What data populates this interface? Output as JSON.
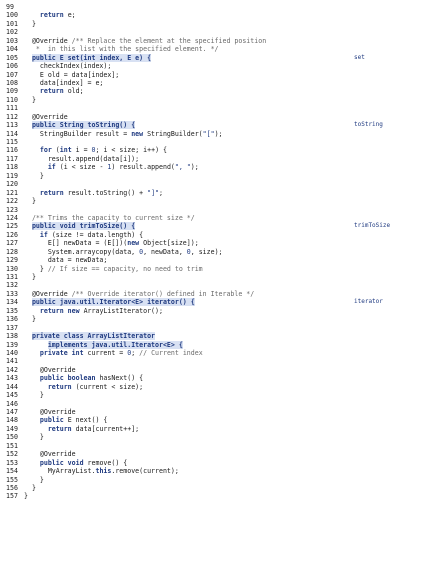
{
  "lines": [
    {
      "n": "99",
      "segs": []
    },
    {
      "n": "100",
      "segs": [
        {
          "t": "    "
        },
        {
          "t": "return",
          "c": "kw"
        },
        {
          "t": " e;"
        }
      ]
    },
    {
      "n": "101",
      "segs": [
        {
          "t": "  }"
        }
      ]
    },
    {
      "n": "102",
      "segs": []
    },
    {
      "n": "103",
      "segs": [
        {
          "t": "  @Override "
        },
        {
          "t": "/** Replace the element at the specified position",
          "c": "cm"
        }
      ]
    },
    {
      "n": "104",
      "segs": [
        {
          "t": "   *  in this list with the specified element. */",
          "c": "cm"
        }
      ]
    },
    {
      "n": "105",
      "segs": [
        {
          "t": "  "
        },
        {
          "t": "public E set(int index, E e) {",
          "c": "kw hl"
        }
      ],
      "tag": "set"
    },
    {
      "n": "106",
      "segs": [
        {
          "t": "    checkIndex(index);"
        }
      ]
    },
    {
      "n": "107",
      "segs": [
        {
          "t": "    E old = data[index];"
        }
      ]
    },
    {
      "n": "108",
      "segs": [
        {
          "t": "    data[index] = e;"
        }
      ]
    },
    {
      "n": "109",
      "segs": [
        {
          "t": "    "
        },
        {
          "t": "return",
          "c": "kw"
        },
        {
          "t": " old;"
        }
      ]
    },
    {
      "n": "110",
      "segs": [
        {
          "t": "  }"
        }
      ]
    },
    {
      "n": "111",
      "segs": []
    },
    {
      "n": "112",
      "segs": [
        {
          "t": "  @Override"
        }
      ]
    },
    {
      "n": "113",
      "segs": [
        {
          "t": "  "
        },
        {
          "t": "public String toString() {",
          "c": "kw hl"
        }
      ],
      "tag": "toString"
    },
    {
      "n": "114",
      "segs": [
        {
          "t": "    StringBuilder result = "
        },
        {
          "t": "new",
          "c": "kw"
        },
        {
          "t": " StringBuilder("
        },
        {
          "t": "\"[\"",
          "c": "str"
        },
        {
          "t": ");"
        }
      ]
    },
    {
      "n": "115",
      "segs": []
    },
    {
      "n": "116",
      "segs": [
        {
          "t": "    "
        },
        {
          "t": "for",
          "c": "kw"
        },
        {
          "t": " ("
        },
        {
          "t": "int",
          "c": "kw"
        },
        {
          "t": " i = "
        },
        {
          "t": "0",
          "c": "num"
        },
        {
          "t": "; i < size; i++) {"
        }
      ]
    },
    {
      "n": "117",
      "segs": [
        {
          "t": "      result.append(data[i]);"
        }
      ]
    },
    {
      "n": "118",
      "segs": [
        {
          "t": "      "
        },
        {
          "t": "if",
          "c": "kw"
        },
        {
          "t": " (i < size - "
        },
        {
          "t": "1",
          "c": "num"
        },
        {
          "t": ") result.append("
        },
        {
          "t": "\", \"",
          "c": "str"
        },
        {
          "t": ");"
        }
      ]
    },
    {
      "n": "119",
      "segs": [
        {
          "t": "    }"
        }
      ]
    },
    {
      "n": "120",
      "segs": []
    },
    {
      "n": "121",
      "segs": [
        {
          "t": "    "
        },
        {
          "t": "return",
          "c": "kw"
        },
        {
          "t": " result.toString() + "
        },
        {
          "t": "\"]\"",
          "c": "str"
        },
        {
          "t": ";"
        }
      ]
    },
    {
      "n": "122",
      "segs": [
        {
          "t": "  }"
        }
      ]
    },
    {
      "n": "123",
      "segs": []
    },
    {
      "n": "124",
      "segs": [
        {
          "t": "  "
        },
        {
          "t": "/** Trims the capacity to current size */",
          "c": "cm"
        }
      ]
    },
    {
      "n": "125",
      "segs": [
        {
          "t": "  "
        },
        {
          "t": "public void trimToSize() {",
          "c": "kw hl"
        }
      ],
      "tag": "trimToSize"
    },
    {
      "n": "126",
      "segs": [
        {
          "t": "    "
        },
        {
          "t": "if",
          "c": "kw"
        },
        {
          "t": " (size != data.length) {"
        }
      ]
    },
    {
      "n": "127",
      "segs": [
        {
          "t": "      E[] newData = (E[])("
        },
        {
          "t": "new",
          "c": "kw"
        },
        {
          "t": " Object[size]);"
        }
      ]
    },
    {
      "n": "128",
      "segs": [
        {
          "t": "      System.arraycopy(data, "
        },
        {
          "t": "0",
          "c": "num"
        },
        {
          "t": ", newData, "
        },
        {
          "t": "0",
          "c": "num"
        },
        {
          "t": ", size);"
        }
      ]
    },
    {
      "n": "129",
      "segs": [
        {
          "t": "      data = newData;"
        }
      ]
    },
    {
      "n": "130",
      "segs": [
        {
          "t": "    } "
        },
        {
          "t": "// If size == capacity, no need to trim",
          "c": "cm"
        }
      ]
    },
    {
      "n": "131",
      "segs": [
        {
          "t": "  }"
        }
      ]
    },
    {
      "n": "132",
      "segs": []
    },
    {
      "n": "133",
      "segs": [
        {
          "t": "  @Override "
        },
        {
          "t": "/** Override iterator() defined in Iterable */",
          "c": "cm"
        }
      ]
    },
    {
      "n": "134",
      "segs": [
        {
          "t": "  "
        },
        {
          "t": "public java.util.Iterator<E> iterator() {",
          "c": "kw hl"
        }
      ],
      "tag": "iterator"
    },
    {
      "n": "135",
      "segs": [
        {
          "t": "    "
        },
        {
          "t": "return new",
          "c": "kw"
        },
        {
          "t": " ArrayListIterator();"
        }
      ]
    },
    {
      "n": "136",
      "segs": [
        {
          "t": "  }"
        }
      ]
    },
    {
      "n": "137",
      "segs": []
    },
    {
      "n": "138",
      "segs": [
        {
          "t": "  "
        },
        {
          "t": "private class ArrayListIterator",
          "c": "kw hl"
        }
      ]
    },
    {
      "n": "139",
      "segs": [
        {
          "t": "      "
        },
        {
          "t": "implements java.util.Iterator<E> {",
          "c": "kw hl"
        }
      ]
    },
    {
      "n": "140",
      "segs": [
        {
          "t": "    "
        },
        {
          "t": "private int",
          "c": "kw"
        },
        {
          "t": " current = "
        },
        {
          "t": "0",
          "c": "num"
        },
        {
          "t": "; "
        },
        {
          "t": "// Current index",
          "c": "cm"
        }
      ]
    },
    {
      "n": "141",
      "segs": []
    },
    {
      "n": "142",
      "segs": [
        {
          "t": "    @Override"
        }
      ]
    },
    {
      "n": "143",
      "segs": [
        {
          "t": "    "
        },
        {
          "t": "public boolean",
          "c": "kw"
        },
        {
          "t": " hasNext() {"
        }
      ]
    },
    {
      "n": "144",
      "segs": [
        {
          "t": "      "
        },
        {
          "t": "return",
          "c": "kw"
        },
        {
          "t": " (current < size);"
        }
      ]
    },
    {
      "n": "145",
      "segs": [
        {
          "t": "    }"
        }
      ]
    },
    {
      "n": "146",
      "segs": []
    },
    {
      "n": "147",
      "segs": [
        {
          "t": "    @Override"
        }
      ]
    },
    {
      "n": "148",
      "segs": [
        {
          "t": "    "
        },
        {
          "t": "public",
          "c": "kw"
        },
        {
          "t": " E next() {"
        }
      ]
    },
    {
      "n": "149",
      "segs": [
        {
          "t": "      "
        },
        {
          "t": "return",
          "c": "kw"
        },
        {
          "t": " data[current++];"
        }
      ]
    },
    {
      "n": "150",
      "segs": [
        {
          "t": "    }"
        }
      ]
    },
    {
      "n": "151",
      "segs": []
    },
    {
      "n": "152",
      "segs": [
        {
          "t": "    @Override"
        }
      ]
    },
    {
      "n": "153",
      "segs": [
        {
          "t": "    "
        },
        {
          "t": "public void",
          "c": "kw"
        },
        {
          "t": " remove() {"
        }
      ]
    },
    {
      "n": "154",
      "segs": [
        {
          "t": "      MyArrayList."
        },
        {
          "t": "this",
          "c": "kw"
        },
        {
          "t": ".remove(current);"
        }
      ]
    },
    {
      "n": "155",
      "segs": [
        {
          "t": "    }"
        }
      ]
    },
    {
      "n": "156",
      "segs": [
        {
          "t": "  }"
        }
      ]
    },
    {
      "n": "157",
      "segs": [
        {
          "t": "}"
        }
      ]
    }
  ],
  "colors": {
    "keyword": "#1f3a80",
    "highlight": "#d8e1f3",
    "comment": "#6a6a6a"
  }
}
